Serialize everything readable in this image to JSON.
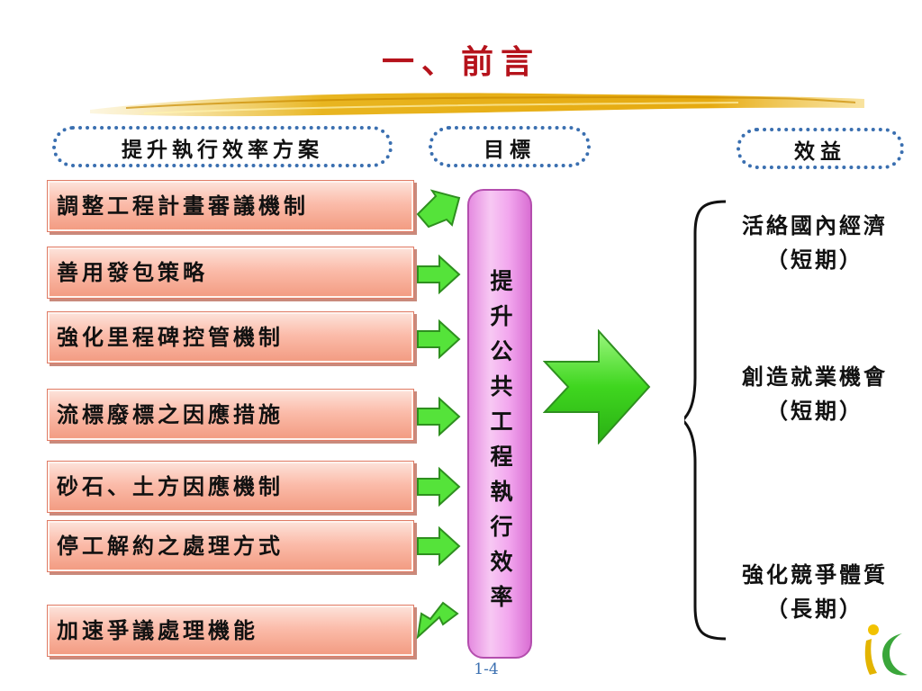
{
  "title": "一、前言",
  "headers": {
    "strategies": "提升執行效率方案",
    "goal": "目標",
    "benefits": "效益"
  },
  "strategies": [
    "調整工程計畫審議機制",
    "善用發包策略",
    "強化里程碑控管機制",
    "流標廢標之因應措施",
    "砂石、土方因應機制",
    "停工解約之處理方式",
    "加速爭議處理機能"
  ],
  "goal": "提升公共工程執行效率",
  "benefits": [
    {
      "line1": "活絡國內經濟",
      "line2": "（短期）"
    },
    {
      "line1": "創造就業機會",
      "line2": "（短期）"
    },
    {
      "line1": "強化競爭體質",
      "line2": "（長期）"
    }
  ],
  "page_number": "1-4",
  "colors": {
    "title": "#b5121b",
    "box_fill": "#fbbcaa",
    "goal_fill": "#f2a6ee",
    "arrow_green": "#55e33a",
    "dotted_border": "#3a6fb0"
  }
}
